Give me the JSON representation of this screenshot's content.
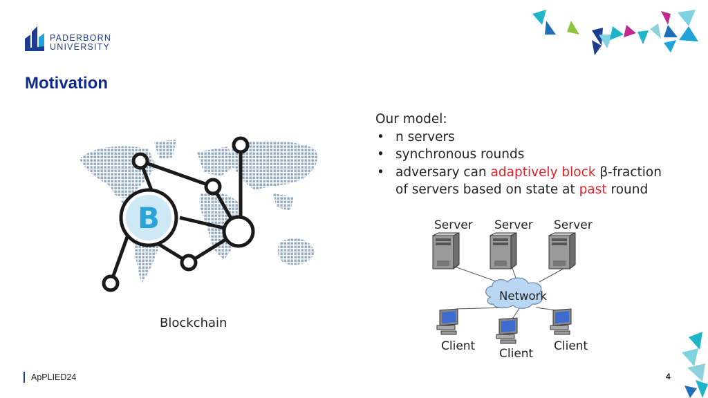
{
  "logo": {
    "line1": "PADERBORN",
    "line2": "UNIVERSITY"
  },
  "title": "Motivation",
  "model": {
    "heading": "Our model:",
    "bullets": [
      {
        "text": "n servers"
      },
      {
        "text": "synchronous rounds"
      },
      {
        "pre": "adversary can ",
        "red1": "adaptively block",
        "mid": " β-fraction",
        "line2_pre": "of servers based on state at ",
        "red2": "past",
        "line2_post": " round"
      }
    ]
  },
  "network": {
    "servers": [
      "Server",
      "Server",
      "Server"
    ],
    "network_label": "Network",
    "clients": [
      "Client",
      "Client",
      "Client"
    ]
  },
  "blockchain_label": "Blockchain",
  "footer": {
    "text": "ApPLIED24",
    "page": "4"
  },
  "colors": {
    "title_blue": "#0e2a8c",
    "accent_red": "#e0202a",
    "teal": "#1fb5c8",
    "magenta": "#c2298e",
    "lime": "#8cc63f",
    "navy": "#1e3d8f"
  }
}
